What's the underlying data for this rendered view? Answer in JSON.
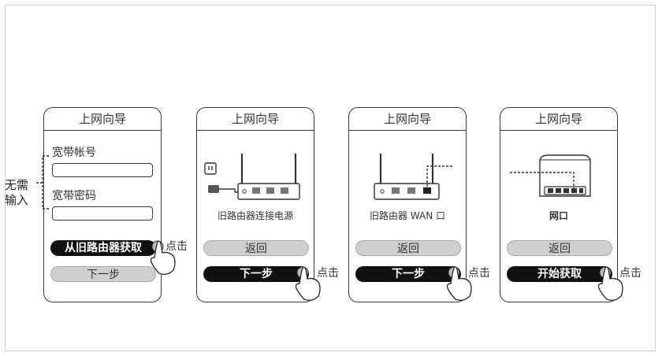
{
  "screens": [
    {
      "title": "上网向导",
      "labels": {
        "account": "宽带帐号",
        "password": "宽带密码"
      },
      "buttons": {
        "primary": "从旧路由器获取",
        "secondary": "下一步"
      }
    },
    {
      "title": "上网向导",
      "caption": "旧路由器连接电源",
      "buttons": {
        "back": "返回",
        "next": "下一步"
      }
    },
    {
      "title": "上网向导",
      "caption": "旧路由器 WAN 口",
      "buttons": {
        "back": "返回",
        "next": "下一步"
      }
    },
    {
      "title": "上网向导",
      "caption": "网口",
      "buttons": {
        "back": "返回",
        "next": "开始获取"
      }
    }
  ],
  "annotations": {
    "no_input": "无需\n输入",
    "click": "点击"
  },
  "colors": {
    "outline": "#3a3a3a",
    "button_dark": "#111111",
    "button_gray": "#cfcfcf"
  }
}
